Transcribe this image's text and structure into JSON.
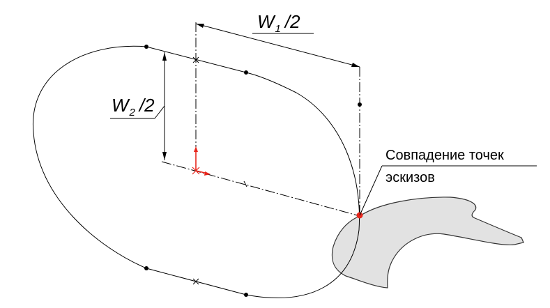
{
  "dimensions": {
    "w1": {
      "letter": "W",
      "sub": "1",
      "tail": "/2"
    },
    "w2": {
      "letter": "W",
      "sub": "2",
      "tail": "/2"
    }
  },
  "callout": {
    "line1": "Совпадение точек",
    "line2": "эскизов"
  },
  "colors": {
    "outline": "#000000",
    "coincident_point": "#e8261c",
    "origin_axes": "#e8261c",
    "profile_fill": "#e2e2e2",
    "profile_stroke": "#333333"
  }
}
